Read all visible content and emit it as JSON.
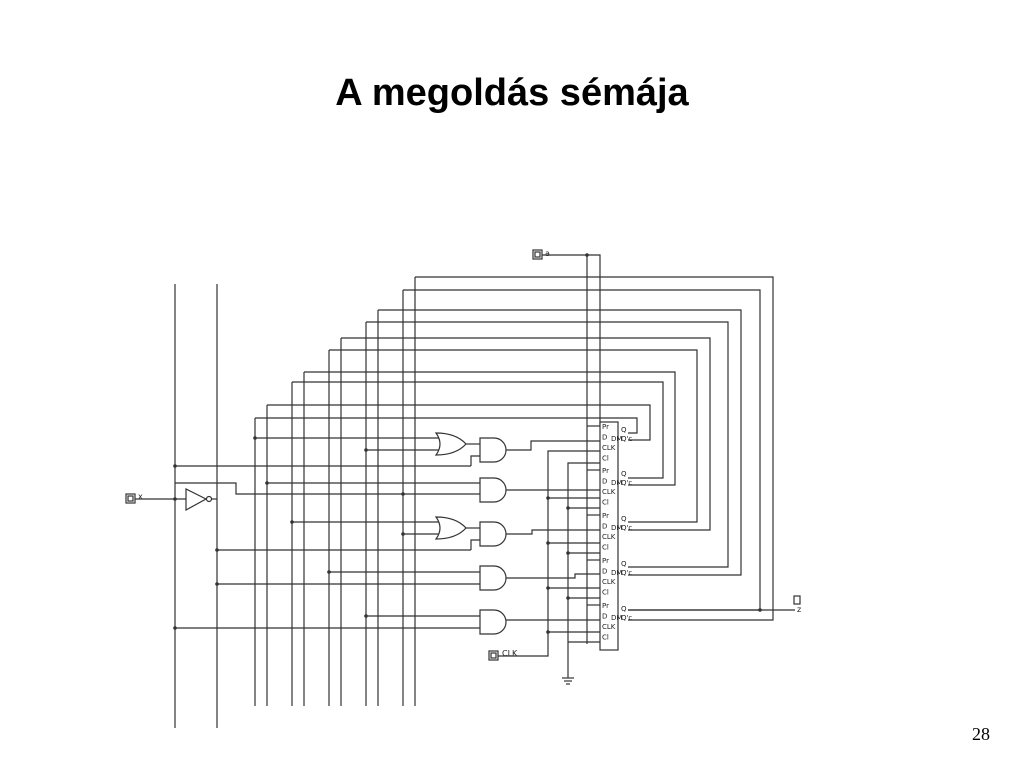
{
  "slide": {
    "title": "A megoldás sémája",
    "page_number": "28"
  },
  "ports": {
    "x": "x",
    "clk": "CLK",
    "z": "z",
    "a": "a"
  },
  "flipflop": {
    "type": "DM",
    "pins_left": [
      "Pr",
      "D",
      "CLK",
      "Cl"
    ],
    "pin_q": "Q",
    "pin_qc": "Q'c"
  },
  "colors": {
    "wire": "#333333",
    "background": "#ffffff",
    "text": "#000000"
  }
}
